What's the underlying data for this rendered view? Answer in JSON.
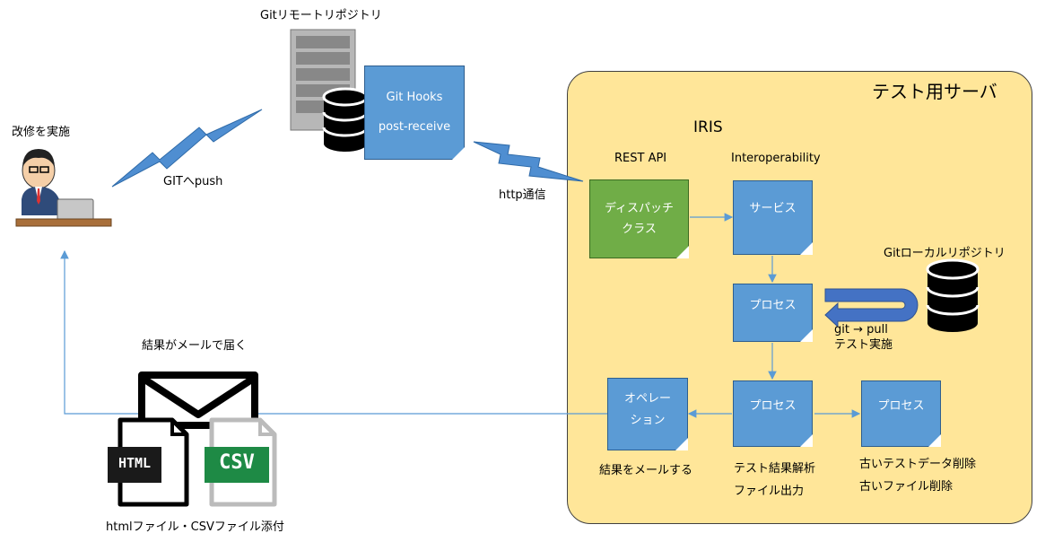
{
  "git_remote": {
    "label": "Gitリモートリポジトリ",
    "hooks_title": "Git Hooks",
    "hooks_event": "post-receive"
  },
  "developer": {
    "label": "改修を実施",
    "push_label": "GITへpush"
  },
  "http_label": "http通信",
  "server": {
    "title": "テスト用サーバ",
    "iris_label": "IRIS",
    "rest_api_label": "REST API",
    "interop_label": "Interoperability",
    "dispatch_line1": "ディスパッチ",
    "dispatch_line2": "クラス",
    "service_label": "サービス",
    "process1_label": "プロセス",
    "local_repo_label": "Gitローカルリポジトリ",
    "pull_line1": "git → pull",
    "pull_line2": "テスト実施",
    "operation_line1": "オペレー",
    "operation_line2": "ション",
    "process2_label": "プロセス",
    "process3_label": "プロセス",
    "mail_action_label": "結果をメールする",
    "analysis_line1": "テスト結果解析",
    "analysis_line2": "ファイル出力",
    "cleanup_line1": "古いテストデータ削除",
    "cleanup_line2": "古いファイル削除"
  },
  "mail": {
    "label": "結果がメールで届く",
    "html_badge": "HTML",
    "csv_badge": "CSV",
    "attachments_label": "htmlファイル・CSVファイル添付"
  },
  "colors": {
    "server_bg": "#ffe699",
    "note_blue": "#5b9bd5",
    "note_green": "#70ad47",
    "bolt": "#4f8ed1",
    "arrow": "#5b9bd5",
    "csv_green": "#1e8a45"
  }
}
